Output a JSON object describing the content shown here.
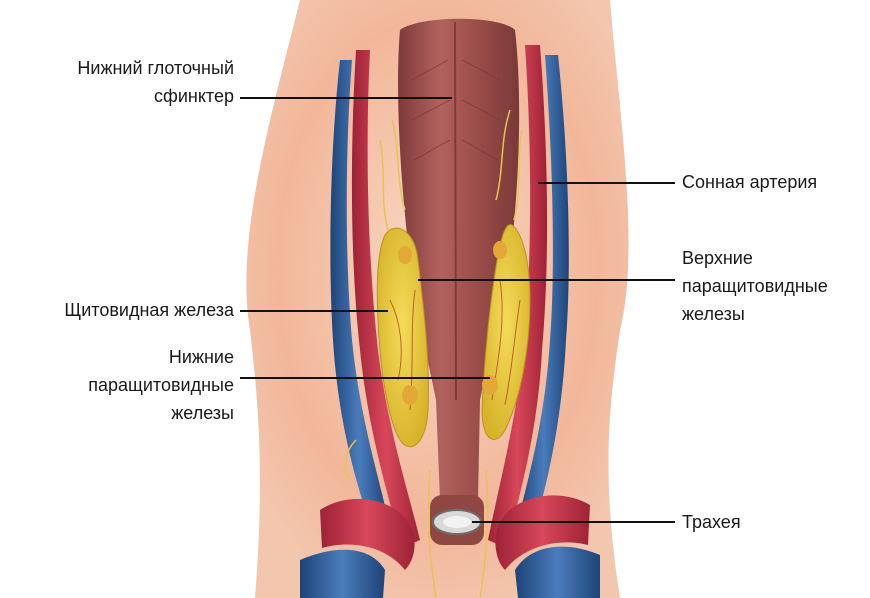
{
  "labels": {
    "pharyngeal_sphincter": [
      "Нижний глоточный",
      "сфинктер"
    ],
    "carotid_artery": [
      "Сонная артерия"
    ],
    "upper_parathyroid": [
      "Верхние",
      "паращитовидные",
      "железы"
    ],
    "thyroid_gland": [
      "Щитовидная железа"
    ],
    "lower_parathyroid": [
      "Нижние",
      "паращитовидные",
      "железы"
    ],
    "trachea": [
      "Трахея"
    ]
  },
  "colors": {
    "background": "#ffffff",
    "skin": "#f0b898",
    "skin_center": "#f6d2bc",
    "muscle": "#a85a58",
    "muscle_dark": "#7e3a3a",
    "artery": "#c8354a",
    "vein": "#2f5e9a",
    "thyroid": "#e8c834",
    "nerve": "#e0c050",
    "leader_line": "#111111"
  }
}
